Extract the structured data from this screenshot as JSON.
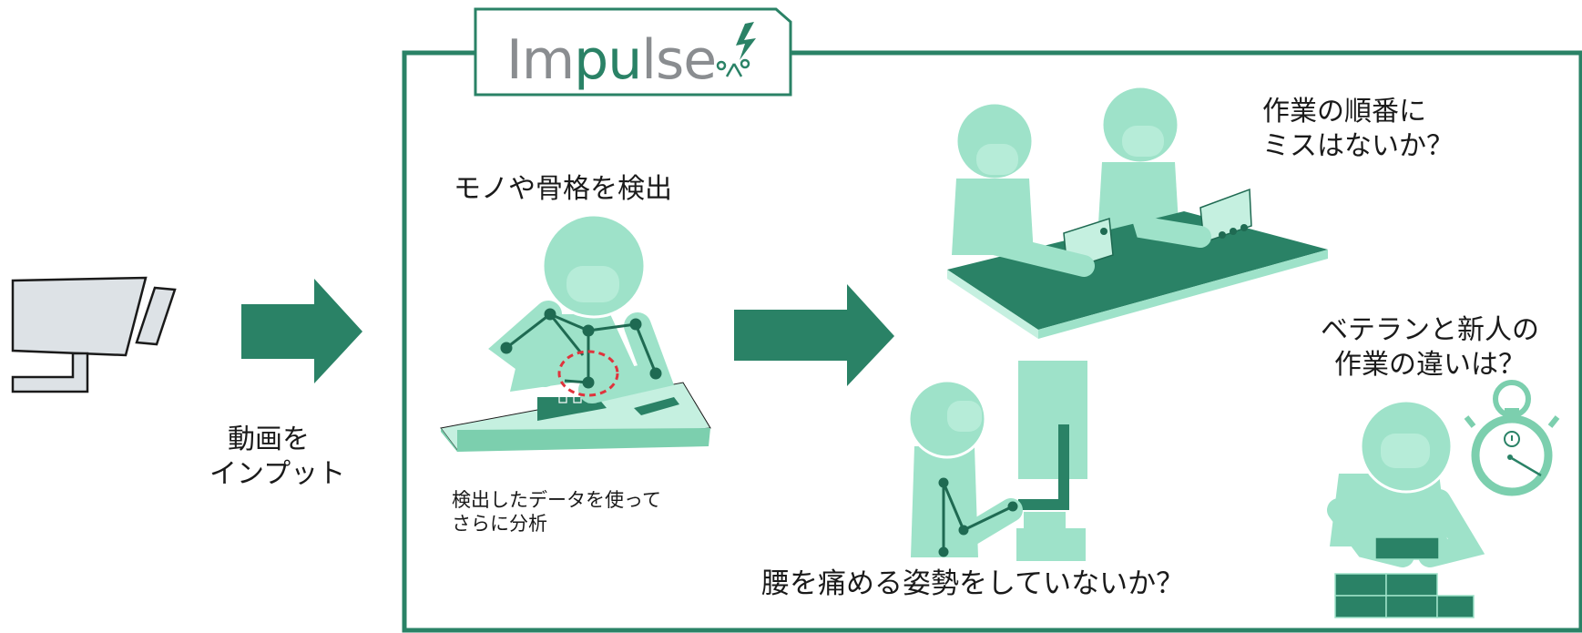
{
  "logo": {
    "name": "Impulse"
  },
  "labels": {
    "input_video": "動画を\nインプット",
    "detect_objects": "モノや骨格を検出",
    "analyze_data": "検出したデータを使って\nさらに分析",
    "work_order": "作業の順番に\nミスはないか？",
    "veteran_newbie": "ベテランと新人の\n作業の違いは？",
    "posture": "腰を痛める姿勢をしていないか？"
  },
  "colors": {
    "accent": "#2a8266",
    "figure": "#9ee2c9",
    "figure_light": "#c5f0e0",
    "detect_circle": "#e0333c",
    "camera": "#dde2e6"
  }
}
